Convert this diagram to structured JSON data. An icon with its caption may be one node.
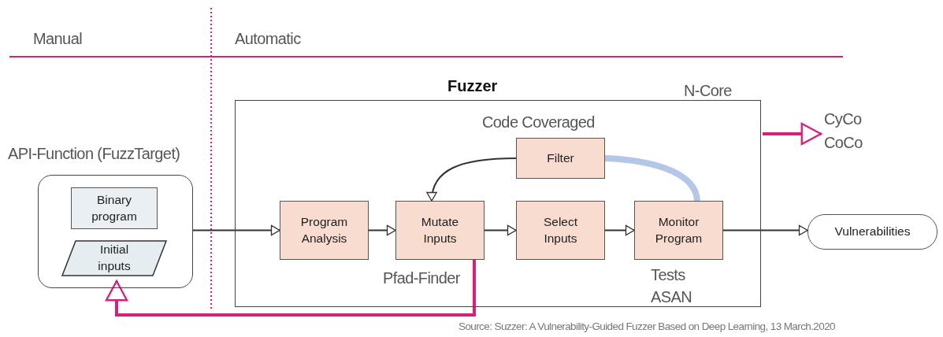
{
  "diagram": {
    "nodes": [
      {
        "text": [
          "API-Function (FuzzTarget)"
        ]
      },
      {
        "text": [
          "Binary program"
        ],
        "in": 0
      },
      {
        "text": [
          "Initial inputs"
        ],
        "in": 0
      },
      {
        "text": [
          "Fuzzer",
          "N-Core"
        ]
      },
      {
        "text": [
          "Filter"
        ],
        "in": 3,
        "beside": [
          "Code Coveraged"
        ]
      },
      {
        "text": [
          "Program Analysis"
        ],
        "in": 3
      },
      {
        "text": [
          "Mutate Inputs"
        ],
        "in": 3,
        "beside": [
          "Pfad-Finder"
        ]
      },
      {
        "text": [
          "Select Inputs"
        ],
        "in": 3
      },
      {
        "text": [
          "Monitor Program"
        ],
        "in": 3,
        "beside": [
          "Tests",
          "ASAN"
        ]
      },
      {
        "text": [
          "CyCo",
          "CoCo"
        ]
      },
      {
        "text": [
          "Vulnerabilities"
        ]
      }
    ],
    "edges": [
      {
        "from": 0,
        "to": 5,
        "arrow": "to"
      },
      {
        "from": 5,
        "to": 6,
        "arrow": "to"
      },
      {
        "from": 6,
        "to": 7,
        "arrow": "to"
      },
      {
        "from": 7,
        "to": 8,
        "arrow": "to"
      },
      {
        "from": 4,
        "to": 6,
        "arrow": "to"
      },
      {
        "from": 8,
        "to": 4,
        "arrow": "none",
        "style": "thick",
        "color": "#b4c7e7"
      },
      {
        "from": 6,
        "to": 2,
        "arrow": "to",
        "style": "thick",
        "color": "#d6207a"
      },
      {
        "from": 3,
        "to": 9,
        "arrow": "to",
        "style": "thick",
        "color": "#d6207a"
      },
      {
        "from": 8,
        "to": 10,
        "arrow": "to"
      }
    ],
    "labels": [
      "Manual",
      "Automatic",
      "Source: Suzzer: A Vulnerability-Guided Fuzzer Based on Deep Learning, 13 March.2020"
    ]
  }
}
